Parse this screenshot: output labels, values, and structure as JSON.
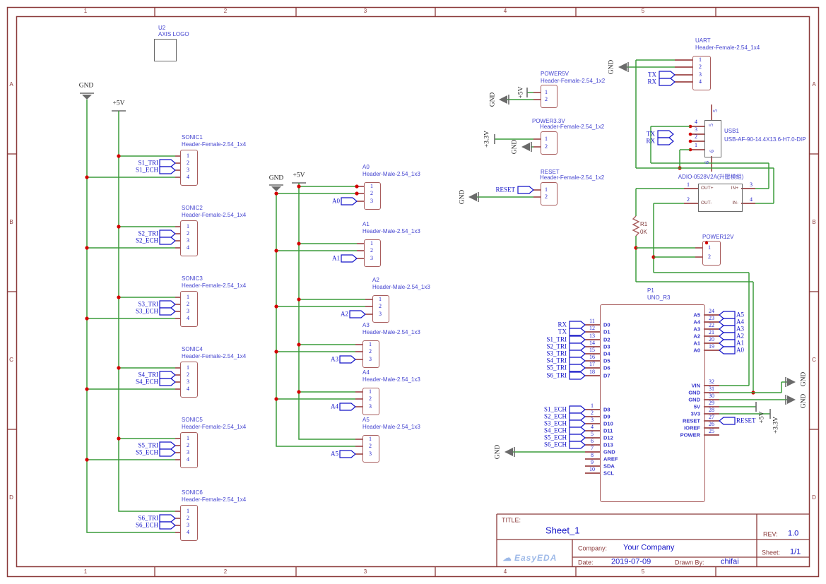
{
  "border": {
    "cols": [
      "1",
      "2",
      "3",
      "4",
      "5"
    ],
    "rows": [
      "A",
      "B",
      "C",
      "D"
    ]
  },
  "title_block": {
    "title_label": "TITLE:",
    "title": "Sheet_1",
    "rev_label": "REV:",
    "rev": "1.0",
    "company_label": "Company:",
    "company": "Your Company",
    "sheet_label": "Sheet:",
    "sheet": "1/1",
    "date_label": "Date:",
    "date": "2019-07-09",
    "drawn_label": "Drawn By:",
    "drawn": "chifai",
    "logo": "EasyEDA"
  },
  "icons": {
    "easyeda_cloud": "☁"
  },
  "flags": {
    "gnd": "GND",
    "v5": "+5V",
    "v33": "+3.3V"
  },
  "u2": {
    "ref": "U2",
    "name": "AXIS LOGO"
  },
  "sonics": [
    {
      "ref": "SONIC1",
      "part": "Header-Female-2.54_1x4",
      "pins": [
        "1",
        "2",
        "3",
        "4"
      ],
      "tri": "S1_TRI",
      "ech": "S1_ECH"
    },
    {
      "ref": "SONIC2",
      "part": "Header-Female-2.54_1x4",
      "pins": [
        "1",
        "2",
        "3",
        "4"
      ],
      "tri": "S2_TRI",
      "ech": "S2_ECH"
    },
    {
      "ref": "SONIC3",
      "part": "Header-Female-2.54_1x4",
      "pins": [
        "1",
        "2",
        "3",
        "4"
      ],
      "tri": "S3_TRI",
      "ech": "S3_ECH"
    },
    {
      "ref": "SONIC4",
      "part": "Header-Female-2.54_1x4",
      "pins": [
        "1",
        "2",
        "3",
        "4"
      ],
      "tri": "S4_TRI",
      "ech": "S4_ECH"
    },
    {
      "ref": "SONIC5",
      "part": "Header-Female-2.54_1x4",
      "pins": [
        "1",
        "2",
        "3",
        "4"
      ],
      "tri": "S5_TRI",
      "ech": "S5_ECH"
    },
    {
      "ref": "SONIC6",
      "part": "Header-Female-2.54_1x4",
      "pins": [
        "1",
        "2",
        "3",
        "4"
      ],
      "tri": "S6_TRI",
      "ech": "S6_ECH"
    }
  ],
  "a_headers": [
    {
      "ref": "A0",
      "part": "Header-Male-2.54_1x3",
      "pins": [
        "1",
        "2",
        "3"
      ],
      "net": "A0"
    },
    {
      "ref": "A1",
      "part": "Header-Male-2.54_1x3",
      "pins": [
        "1",
        "2",
        "3"
      ],
      "net": "A1"
    },
    {
      "ref": "A2",
      "part": "Header-Male-2.54_1x3",
      "pins": [
        "1",
        "2",
        "3"
      ],
      "net": "A2"
    },
    {
      "ref": "A3",
      "part": "Header-Male-2.54_1x3",
      "pins": [
        "1",
        "2",
        "3"
      ],
      "net": "A3"
    },
    {
      "ref": "A4",
      "part": "Header-Male-2.54_1x3",
      "pins": [
        "1",
        "2",
        "3"
      ],
      "net": "A4"
    },
    {
      "ref": "A5",
      "part": "Header-Male-2.54_1x3",
      "pins": [
        "1",
        "2",
        "3"
      ],
      "net": "A5"
    }
  ],
  "small_headers": {
    "power5v": {
      "ref": "POWER5V",
      "part": "Header-Female-2.54_1x2",
      "pins": [
        "1",
        "2"
      ]
    },
    "power33": {
      "ref": "POWER3.3V",
      "part": "Header-Female-2.54_1x2",
      "pins": [
        "1",
        "2"
      ]
    },
    "reset": {
      "ref": "RESET",
      "part": "Header-Female-2.54_1x2",
      "pins": [
        "1",
        "2"
      ],
      "net": "RESET"
    }
  },
  "uart": {
    "ref": "UART",
    "part": "Header-Female-2.54_1x4",
    "pins": [
      "1",
      "2",
      "3",
      "4"
    ],
    "tx": "TX",
    "rx": "RX"
  },
  "usb": {
    "ref": "USB1",
    "part": "USB-AF-90-14.4X13.6-H7.0-DIP",
    "pins": [
      "4",
      "3",
      "2",
      "1"
    ],
    "pin_top": "5",
    "pin_bottom": "6",
    "tx": "TX",
    "rx": "RX"
  },
  "adio": {
    "name": "ADIO-0528V2A(升壓模組)",
    "pin_nums": [
      "1",
      "2",
      "3",
      "4"
    ],
    "pin_names": [
      "OUT+",
      "OUT-",
      "IN+",
      "IN-"
    ]
  },
  "r1": {
    "ref": "R1",
    "value": "0K"
  },
  "power12v": {
    "ref": "POWER12V",
    "pins": [
      "1",
      "2"
    ]
  },
  "uno": {
    "ref": "P1",
    "part": "UNO_R3",
    "left_top": [
      {
        "num": "11",
        "name": "D0",
        "sig": "RX"
      },
      {
        "num": "12",
        "name": "D1",
        "sig": "TX"
      },
      {
        "num": "13",
        "name": "D2",
        "sig": "S1_TRI"
      },
      {
        "num": "14",
        "name": "D3",
        "sig": "S2_TRI"
      },
      {
        "num": "15",
        "name": "D4",
        "sig": "S3_TRI"
      },
      {
        "num": "16",
        "name": "D5",
        "sig": "S4_TRI"
      },
      {
        "num": "17",
        "name": "D6",
        "sig": "S5_TRI"
      },
      {
        "num": "18",
        "name": "D7",
        "sig": "S6_TRI"
      }
    ],
    "left_bottom": [
      {
        "num": "1",
        "name": "D8",
        "sig": "S1_ECH"
      },
      {
        "num": "2",
        "name": "D9",
        "sig": "S2_ECH"
      },
      {
        "num": "3",
        "name": "D10",
        "sig": "S3_ECH"
      },
      {
        "num": "4",
        "name": "D11",
        "sig": "S4_ECH"
      },
      {
        "num": "5",
        "name": "D12",
        "sig": "S5_ECH"
      },
      {
        "num": "6",
        "name": "D13",
        "sig": "S6_ECH"
      },
      {
        "num": "7",
        "name": "GND"
      },
      {
        "num": "8",
        "name": "AREF"
      },
      {
        "num": "9",
        "name": "SDA"
      },
      {
        "num": "10",
        "name": "SCL"
      }
    ],
    "right_top": [
      {
        "num": "24",
        "name": "A5",
        "sig": "A5"
      },
      {
        "num": "23",
        "name": "A4",
        "sig": "A4"
      },
      {
        "num": "22",
        "name": "A3",
        "sig": "A3"
      },
      {
        "num": "21",
        "name": "A2",
        "sig": "A2"
      },
      {
        "num": "20",
        "name": "A1",
        "sig": "A1"
      },
      {
        "num": "19",
        "name": "A0",
        "sig": "A0"
      }
    ],
    "right_bottom": [
      {
        "num": "32",
        "name": "VIN"
      },
      {
        "num": "31",
        "name": "GND"
      },
      {
        "num": "30",
        "name": "GND"
      },
      {
        "num": "29",
        "name": "5V"
      },
      {
        "num": "28",
        "name": "3V3"
      },
      {
        "num": "27",
        "name": "RESET",
        "sig": "RESET"
      },
      {
        "num": "26",
        "name": "IOREF"
      },
      {
        "num": "25",
        "name": "POWER"
      }
    ]
  },
  "colors": {
    "wire": "#3a9c3a",
    "frame": "#8b3a3a",
    "component": "#a85c5c",
    "pin": "#8b2525",
    "blue_label": "#4545d0",
    "net_blue": "#1515c8",
    "gray": "#6a6a6a",
    "dot": "#d40000"
  }
}
